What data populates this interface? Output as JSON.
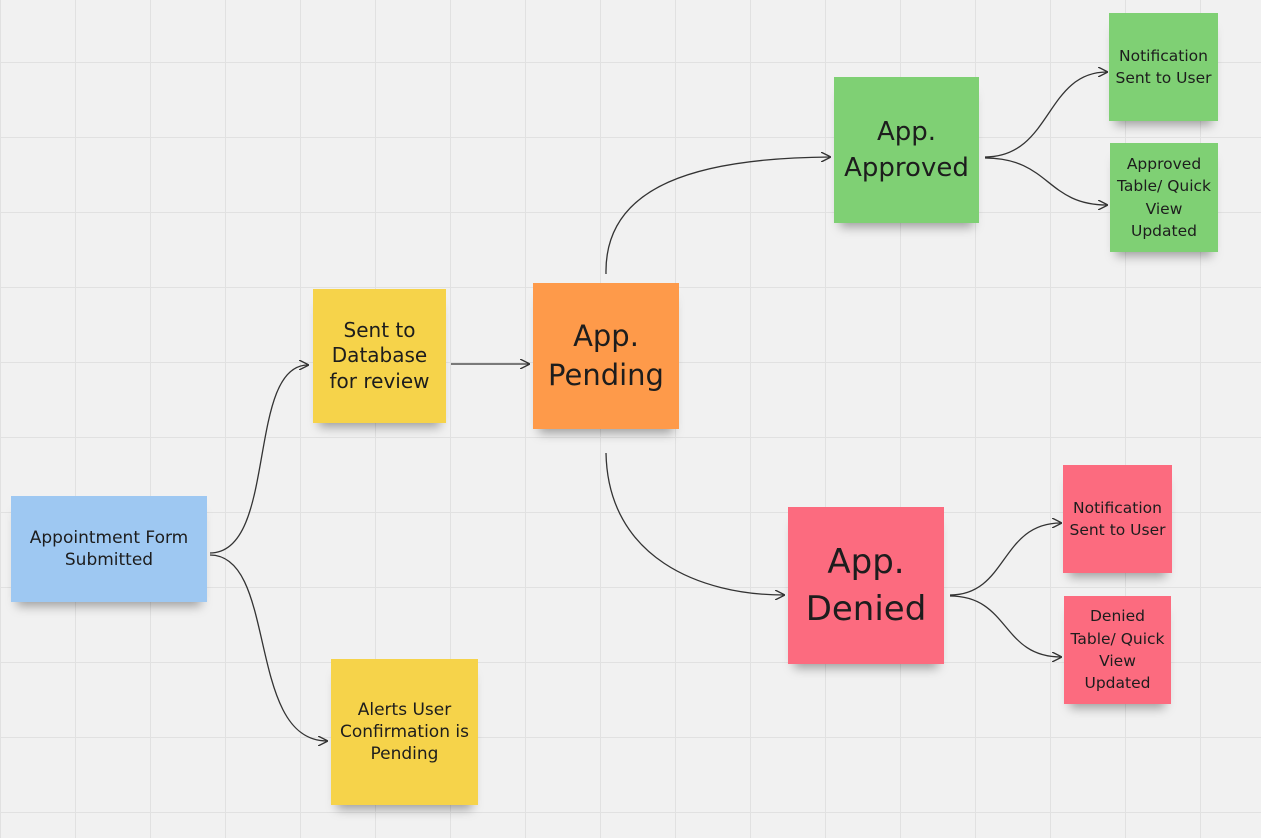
{
  "colors": {
    "blue": "#9ec8f2",
    "yellow": "#f6d34a",
    "orange": "#fe9a4a",
    "green": "#7fd074",
    "red": "#fc6b7f",
    "connector": "#333333",
    "grid": "#e1e1e1",
    "canvas": "#f1f1f1"
  },
  "notes": {
    "form_submitted": "Appointment Form Submitted",
    "sent_to_database": "Sent to Database for review",
    "alerts_user": "Alerts User Confirmation is Pending",
    "app_pending": "App. Pending",
    "app_approved": "App. Approved",
    "app_denied": "App. Denied",
    "approved_notification": "Notification Sent to User",
    "approved_table": "Approved Table/ Quick View Updated",
    "denied_notification": "Notification Sent to User",
    "denied_table": "Denied Table/ Quick View Updated"
  }
}
